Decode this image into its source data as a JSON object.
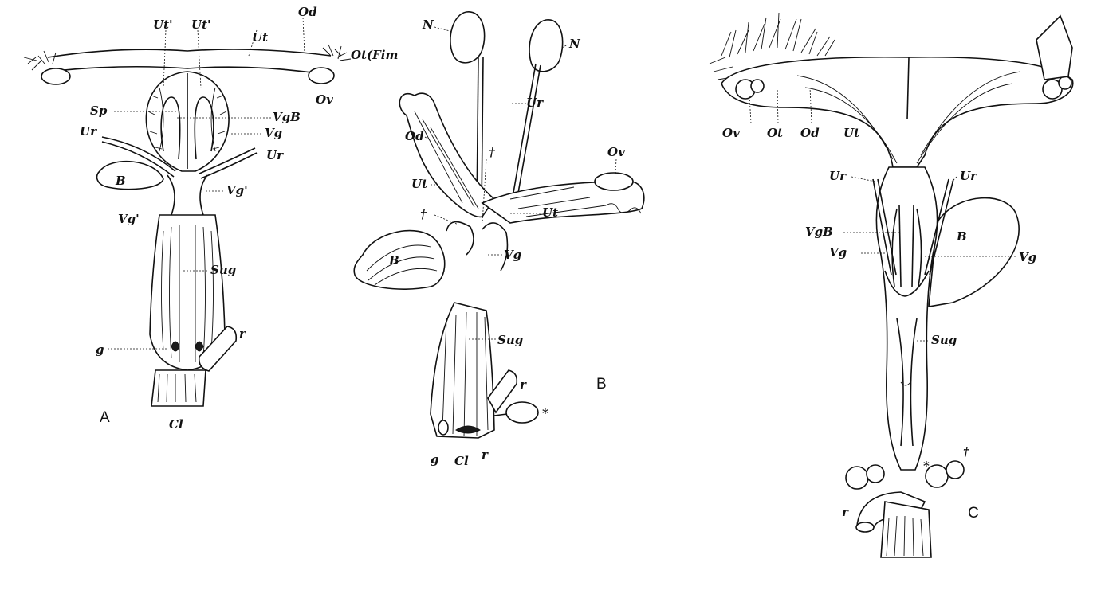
{
  "figure": {
    "panel_a": {
      "letter": "A",
      "labels": {
        "ut1_left": "Ut'",
        "ut1_right": "Ut'",
        "ut": "Ut",
        "od": "Od",
        "ot_fim": "Ot(Fim",
        "ov": "Ov",
        "sp": "Sp",
        "vgb": "VgB",
        "ur_left": "Ur",
        "vg": "Vg",
        "ur_right": "Ur",
        "b": "B",
        "vg1_right": "Vg'",
        "vg1_left": "Vg'",
        "sug": "Sug",
        "g": "g",
        "r": "r",
        "cl": "Cl"
      }
    },
    "panel_b": {
      "letter": "B",
      "labels": {
        "n_left": "N",
        "n_right": "N",
        "ur": "Ur",
        "od": "Od",
        "dagger_top": "†",
        "ov": "Ov",
        "ut_left": "Ut",
        "dagger_mid": "†",
        "ut_right": "Ut",
        "b": "B",
        "vg": "Vg",
        "sug": "Sug",
        "r_top": "r",
        "asterisk": "*",
        "g": "g",
        "cl": "Cl",
        "r_bottom": "r"
      }
    },
    "panel_c": {
      "letter": "C",
      "labels": {
        "ov": "Ov",
        "ot": "Ot",
        "od": "Od",
        "ut": "Ut",
        "ur_left": "Ur",
        "ur_right": "Ur",
        "vgb": "VgB",
        "b": "B",
        "vg_left": "Vg",
        "vg_right": "Vg",
        "sug": "Sug",
        "asterisk": "*",
        "dagger": "†",
        "r": "r"
      }
    }
  }
}
